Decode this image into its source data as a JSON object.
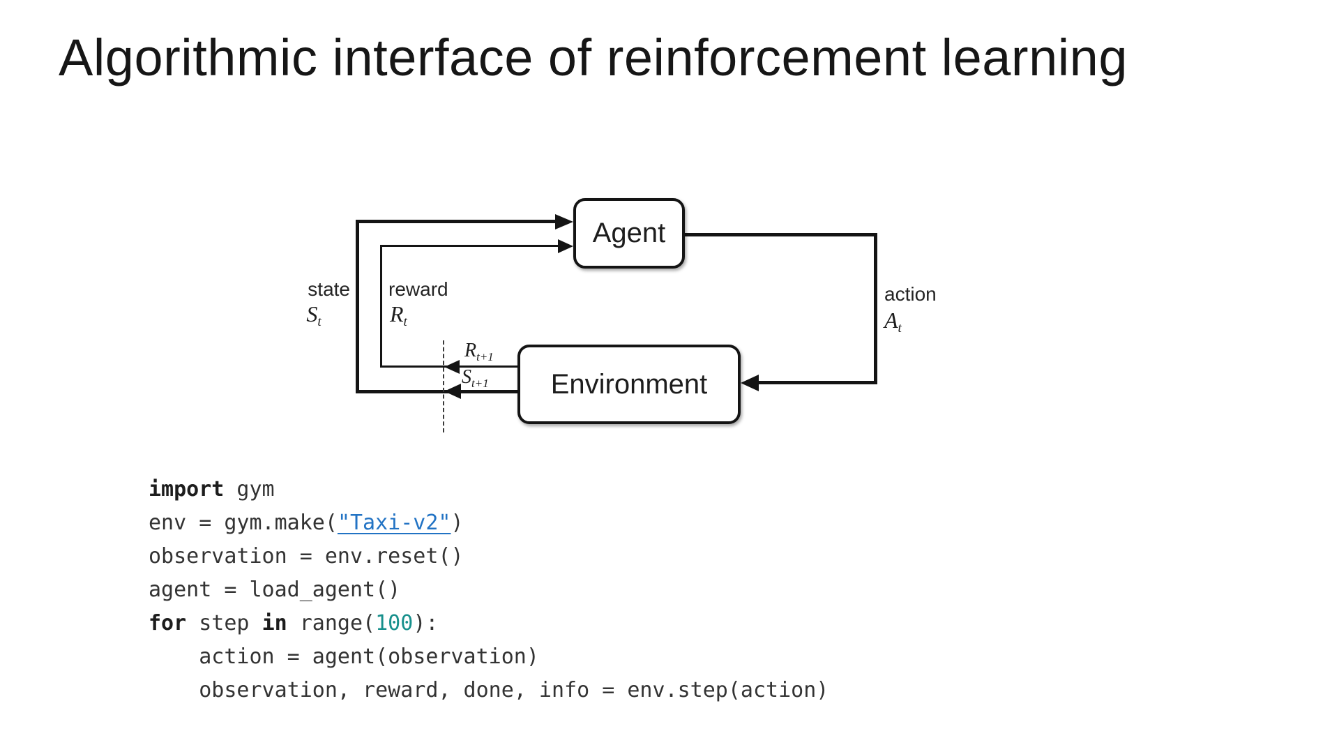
{
  "slide": {
    "title": "Algorithmic interface of reinforcement learning"
  },
  "diagram": {
    "agent": {
      "label": "Agent"
    },
    "environment": {
      "label": "Environment"
    },
    "labels": {
      "state": {
        "word": "state",
        "symbol": "S",
        "sub": "t"
      },
      "reward": {
        "word": "reward",
        "symbol": "R",
        "sub": "t"
      },
      "action": {
        "word": "action",
        "symbol": "A",
        "sub": "t"
      },
      "reward_next": {
        "symbol": "R",
        "sub": "t+1"
      },
      "state_next": {
        "symbol": "S",
        "sub": "t+1"
      }
    }
  },
  "code": {
    "lines": [
      [
        {
          "t": "import",
          "s": "kw"
        },
        {
          "t": " gym",
          "s": "plain"
        }
      ],
      [
        {
          "t": "env = gym.make(",
          "s": "plain"
        },
        {
          "t": "\"Taxi-v2\"",
          "s": "link"
        },
        {
          "t": ")",
          "s": "plain"
        }
      ],
      [
        {
          "t": "observation = env.reset()",
          "s": "plain"
        }
      ],
      [
        {
          "t": "agent = load_agent()",
          "s": "plain"
        }
      ],
      [
        {
          "t": "for",
          "s": "kw"
        },
        {
          "t": " step ",
          "s": "plain"
        },
        {
          "t": "in",
          "s": "kw"
        },
        {
          "t": " range(",
          "s": "plain"
        },
        {
          "t": "100",
          "s": "num"
        },
        {
          "t": "):",
          "s": "plain"
        }
      ],
      [
        {
          "t": "    action = agent(observation)",
          "s": "plain"
        }
      ],
      [
        {
          "t": "    observation, reward, done, info = env.step(action)",
          "s": "plain"
        }
      ]
    ]
  },
  "colors": {
    "background": "#ffffff",
    "text": "#1d1d1d",
    "diagram_line": "#141414",
    "code_text": "#333333",
    "code_link_blue": "#2273c4",
    "code_number_teal": "#17908c"
  }
}
